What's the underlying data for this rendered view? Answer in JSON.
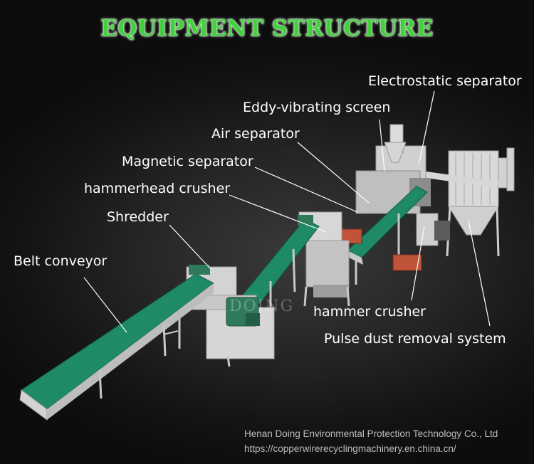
{
  "title": "EQUIPMENT STRUCTURE",
  "labels": {
    "electrostatic_separator": "Electrostatic separator",
    "eddy_vibrating_screen": "Eddy-vibrating screen",
    "air_separator": "Air separator",
    "magnetic_separator": "Magnetic separator",
    "hammerhead_crusher": "hammerhead crusher",
    "shredder": "Shredder",
    "belt_conveyor": "Belt conveyor",
    "hammer_crusher": "hammer crusher",
    "pulse_dust_removal_system": "Pulse dust removal system"
  },
  "watermark": "DOING",
  "footer": {
    "company": "Henan Doing Environmental Protection Technology Co., Ltd",
    "url": "https://copperwirerecyclingmachinery.en.china.cn/"
  },
  "colors": {
    "title": "#3fd23a",
    "belt": "#1f8a68",
    "frame": "#d2d2d2",
    "motor": "#2f7a5a",
    "bin": "#c0543a"
  }
}
